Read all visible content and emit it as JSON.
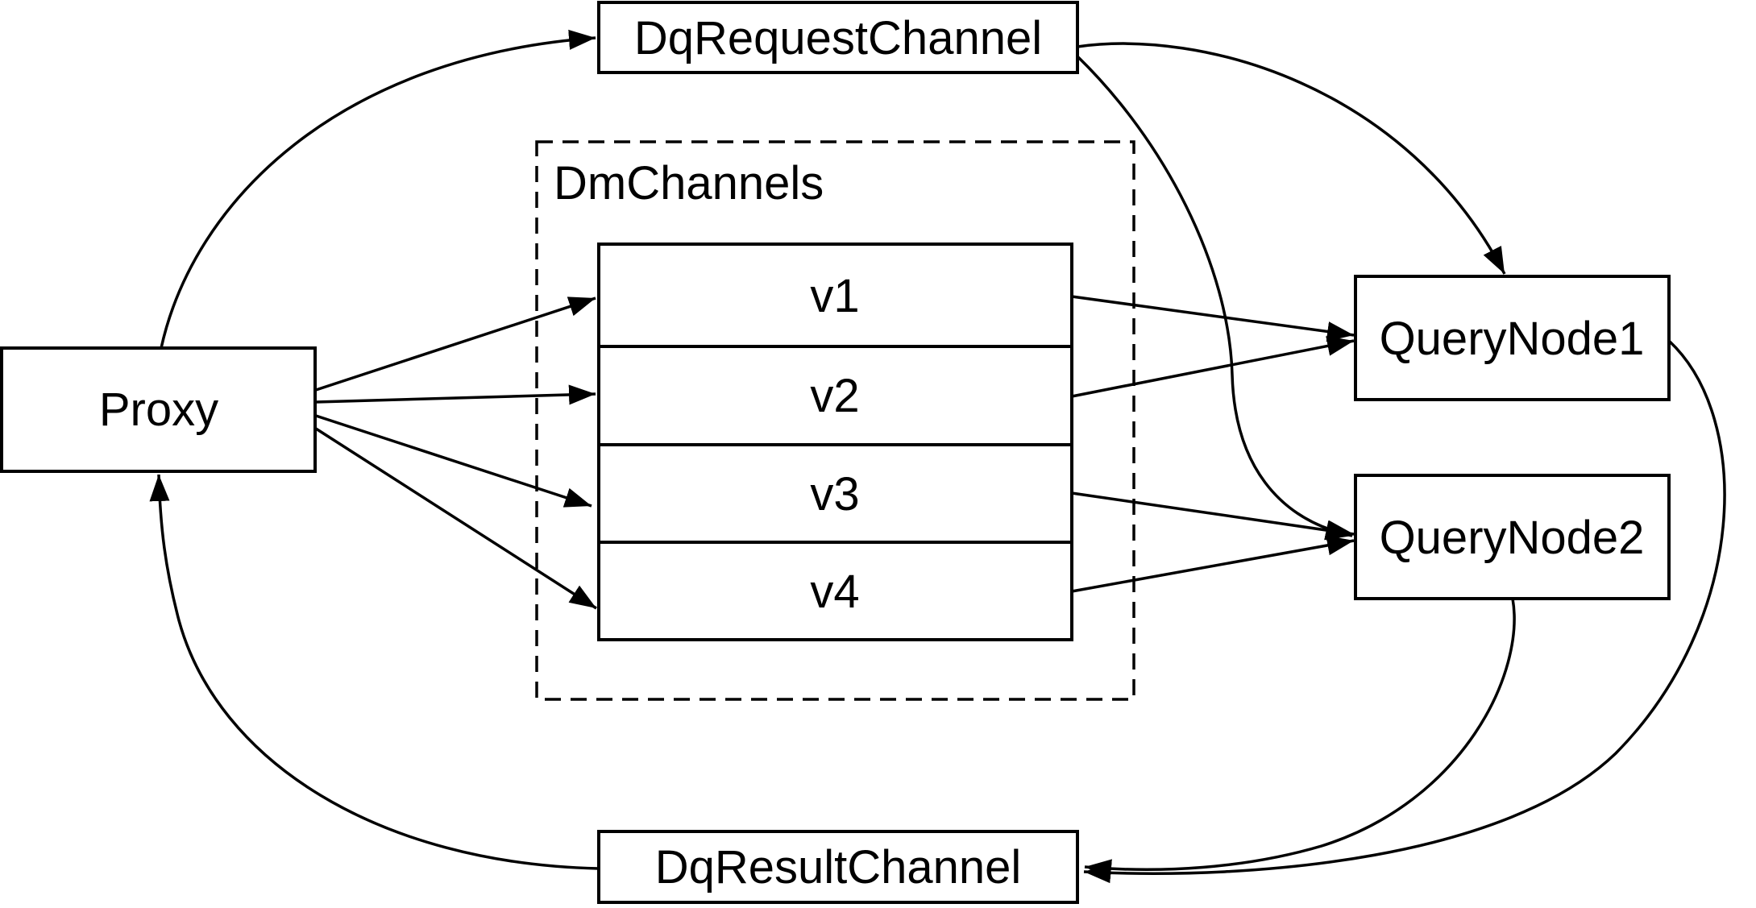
{
  "diagram": {
    "background": "#ffffff",
    "stroke_color": "#000000",
    "nodes": {
      "dq_request_channel": {
        "label": "DqRequestChannel"
      },
      "proxy": {
        "label": "Proxy"
      },
      "dm_channels_group": {
        "label": "DmChannels"
      },
      "channels": [
        {
          "label": "v1"
        },
        {
          "label": "v2"
        },
        {
          "label": "v3"
        },
        {
          "label": "v4"
        }
      ],
      "query_node_1": {
        "label": "QueryNode1"
      },
      "query_node_2": {
        "label": "QueryNode2"
      },
      "dq_result_channel": {
        "label": "DqResultChannel"
      }
    },
    "edges": [
      {
        "from": "Proxy",
        "to": "DqRequestChannel"
      },
      {
        "from": "Proxy",
        "to": "v1"
      },
      {
        "from": "Proxy",
        "to": "v2"
      },
      {
        "from": "Proxy",
        "to": "v3"
      },
      {
        "from": "Proxy",
        "to": "v4"
      },
      {
        "from": "v1",
        "to": "QueryNode1"
      },
      {
        "from": "v2",
        "to": "QueryNode1"
      },
      {
        "from": "v3",
        "to": "QueryNode2"
      },
      {
        "from": "v4",
        "to": "QueryNode2"
      },
      {
        "from": "DqRequestChannel",
        "to": "QueryNode1"
      },
      {
        "from": "DqRequestChannel",
        "to": "QueryNode2"
      },
      {
        "from": "QueryNode1",
        "to": "DqResultChannel"
      },
      {
        "from": "QueryNode2",
        "to": "DqResultChannel"
      },
      {
        "from": "DqResultChannel",
        "to": "Proxy"
      }
    ]
  }
}
